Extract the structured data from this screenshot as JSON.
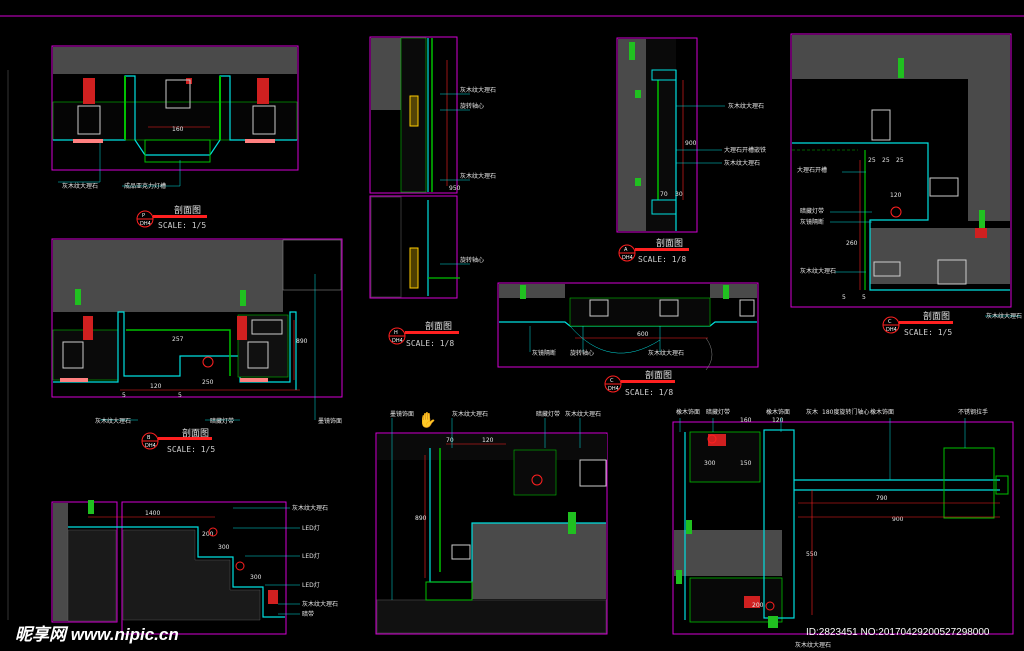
{
  "colors": {
    "background": "#000000",
    "frame": "#d400d4",
    "cyan": "#00e0e0",
    "green": "#00c000",
    "red": "#ff2020",
    "gray": "#4a4a4a",
    "white": "#e6e6e6"
  },
  "views": {
    "p": {
      "tag": "P",
      "sheet": "DH4",
      "title": "剖面图",
      "scale": "SCALE: 1/5"
    },
    "b": {
      "tag": "B",
      "sheet": "DH4",
      "title": "剖面图",
      "scale": "SCALE: 1/5"
    },
    "h": {
      "tag": "H",
      "sheet": "DH4",
      "title": "剖面图",
      "scale": "SCALE: 1/8"
    },
    "a": {
      "tag": "A",
      "sheet": "DH4",
      "title": "剖面图",
      "scale": "SCALE: 1/8"
    },
    "c_mid": {
      "tag": "C",
      "sheet": "DH4",
      "title": "剖面图",
      "scale": "SCALE: 1/8"
    },
    "c_right": {
      "tag": "C",
      "sheet": "DH4",
      "title": "剖面图",
      "scale": "SCALE: 1/5"
    }
  },
  "labels": {
    "p1": "灰木纹大理石",
    "p2": "成品亚克力灯槽",
    "b1": "灰木纹大理石",
    "b2": "暗藏灯带",
    "b3": "墨镜饰面",
    "h1": "灰木纹大理石",
    "h2": "旋转轴心",
    "h3": "灰木纹大理石",
    "h4": "旋转轴心",
    "a1": "灰木纹大理石",
    "a2": "大理石开槽嵌铁",
    "a3": "灰木纹大理石",
    "c1": "灰镜隔断",
    "c2": "旋转轴心",
    "c3": "灰木纹大理石",
    "r1": "大理石开槽",
    "r2": "暗藏灯带",
    "r3": "灰镜隔断",
    "r4": "灰木纹大理石",
    "r5": "灰木纹大理石",
    "l1": "灰木纹大理石",
    "l2": "LED灯",
    "l3": "LED灯",
    "l4": "LED灯",
    "l5": "灰木纹大理石",
    "l6": "暗带",
    "m1": "墨镜饰面",
    "m2": "灰木纹大理石",
    "m3": "暗藏灯带",
    "m4": "灰木纹大理石",
    "br1": "橡木饰面",
    "br2": "暗藏灯带",
    "br3": "橡木饰面",
    "br4": "灰木",
    "br5": "180度旋转门轴心",
    "br6": "橡木饰面",
    "br7": "不锈钢拉手",
    "br8": "灰木纹大理石"
  },
  "dims": {
    "p_160": "160",
    "b_257": "257",
    "b_250": "250",
    "b_120": "120",
    "b_890": "890",
    "b_5a": "5",
    "b_5b": "5",
    "h_950": "950",
    "a_900": "900",
    "a_70": "70",
    "a_30": "30",
    "c_600": "600",
    "r_25a": "25",
    "r_25b": "25",
    "r_25c": "25",
    "r_120": "120",
    "r_260": "260",
    "r_5a": "5",
    "r_5b": "5",
    "l_1400": "1400",
    "l_300": "300",
    "l_200": "200",
    "m_70": "70",
    "m_120": "120",
    "m_890": "890",
    "br_160": "160",
    "br_120": "120",
    "br_300": "300",
    "br_150": "150",
    "br_790": "790",
    "br_900": "900",
    "br_550": "550",
    "br_200": "200"
  },
  "watermark": {
    "brand": "昵享网 www.nipic.cn",
    "id": "ID:2823451 NO:20170429200527298000"
  }
}
